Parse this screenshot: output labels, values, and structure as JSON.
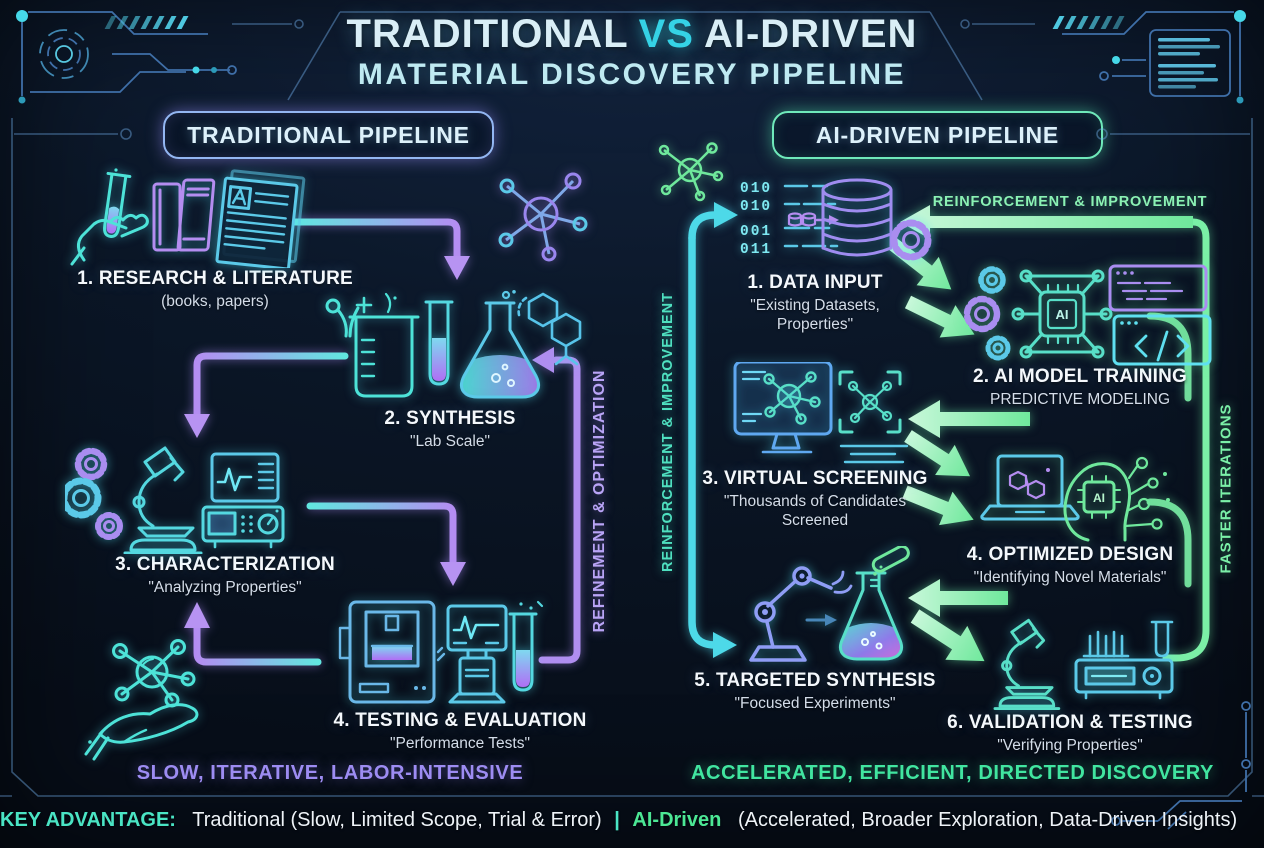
{
  "title": {
    "line1_left": "TRADITIONAL",
    "vs": "VS",
    "line1_right": "AI-DRIVEN",
    "line2": "MATERIAL DISCOVERY PIPELINE"
  },
  "traditional": {
    "header": "TRADITIONAL PIPELINE",
    "loop_label": "REFINEMENT & OPTIMIZATION",
    "summary": "SLOW, ITERATIVE, LABOR-INTENSIVE",
    "steps": [
      {
        "title": "1. RESEARCH & LITERATURE",
        "subtitle": "(books, papers)",
        "icons": [
          "hand-test-tube-icon",
          "books-icon",
          "document-icon"
        ]
      },
      {
        "title": "2. SYNTHESIS",
        "subtitle": "\"Lab Scale\"",
        "icons": [
          "beaker-icon",
          "test-tube-icon",
          "erlenmeyer-flask-icon",
          "molecule-hex-icon"
        ]
      },
      {
        "title": "3. CHARACTERIZATION",
        "subtitle": "\"Analyzing Properties\"",
        "icons": [
          "gears-icon",
          "microscope-icon",
          "monitor-waveform-icon",
          "analyzer-instrument-icon"
        ]
      },
      {
        "title": "4. TESTING & EVALUATION",
        "subtitle": "\"Performance Tests\"",
        "icons": [
          "press-machine-icon",
          "test-station-icon",
          "test-tube-icon"
        ]
      }
    ]
  },
  "ai": {
    "header": "AI-DRIVEN PIPELINE",
    "loop_left_label": "REINFORCEMENT & IMPROVEMENT",
    "loop_top_label": "REINFORCEMENT & IMPROVEMENT",
    "loop_right_label": "FASTER ITERATIONS",
    "summary": "ACCELERATED, EFFICIENT, DIRECTED DISCOVERY",
    "binary_rows": [
      "010",
      "010",
      "001",
      "011"
    ],
    "ai_chip_label": "AI",
    "steps": [
      {
        "title": "1. DATA INPUT",
        "subtitle": "\"Existing Datasets, Properties\"",
        "icons": [
          "binary-data-icon",
          "database-icon",
          "gear-icon"
        ]
      },
      {
        "title": "2. AI MODEL TRAINING",
        "subtitle": "PREDICTIVE MODELING",
        "icons": [
          "gears-icon",
          "ai-chip-network-icon",
          "code-window-icon"
        ]
      },
      {
        "title": "3. VIRTUAL SCREENING",
        "subtitle": "\"Thousands of Candidates Screened",
        "icons": [
          "monitor-molecule-icon",
          "molecule-scan-icon"
        ]
      },
      {
        "title": "4. OPTIMIZED DESIGN",
        "subtitle": "\"Identifying Novel Materials\"",
        "icons": [
          "laptop-molecule-icon",
          "ai-head-icon"
        ]
      },
      {
        "title": "5. TARGETED SYNTHESIS",
        "subtitle": "\"Focused Experiments\"",
        "icons": [
          "robot-arm-icon",
          "flask-pour-icon"
        ]
      },
      {
        "title": "6. VALIDATION & TESTING",
        "subtitle": "\"Verifying Properties\"",
        "icons": [
          "microscope-icon",
          "measurement-device-icon"
        ]
      }
    ]
  },
  "footer": {
    "label": "KEY ADVANTAGE:",
    "traditional": "Traditional (Slow, Limited Scope, Trial & Error)",
    "separator": "|",
    "ai_name": "AI-Driven",
    "ai_detail": "(Accelerated, Broader Exploration, Data-Driven Insights)"
  },
  "colors": {
    "background": "#0a1424",
    "cyan": "#4fdce8",
    "purple": "#b18cf2",
    "green": "#7df0a8",
    "title": "#d9f1f7"
  }
}
